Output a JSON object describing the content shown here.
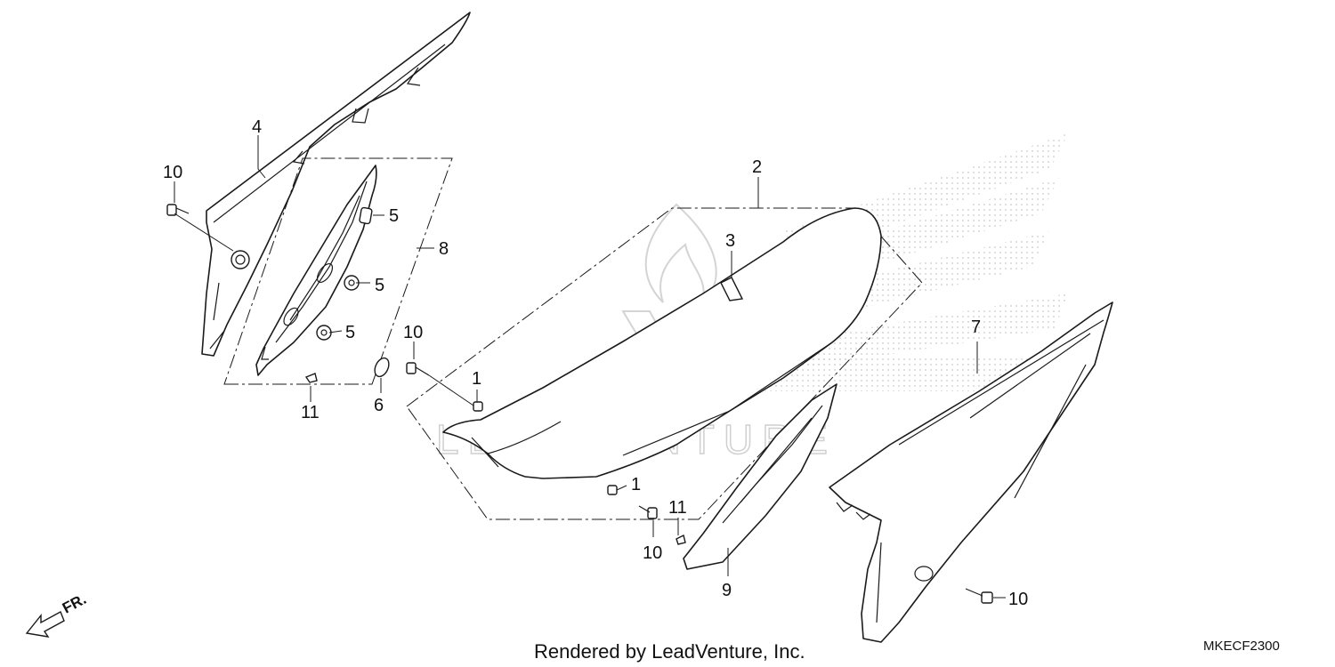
{
  "diagram": {
    "callouts": {
      "p1a": "1",
      "p1b": "1",
      "p2": "2",
      "p3": "3",
      "p4": "4",
      "p5a": "5",
      "p5b": "5",
      "p5c": "5",
      "p6": "6",
      "p7": "7",
      "p8": "8",
      "p9": "9",
      "p10a": "10",
      "p10b": "10",
      "p10c": "10",
      "p10d": "10",
      "p11a": "11",
      "p11b": "11"
    },
    "direction_marker": "FR.",
    "watermark": "LEADVENTURE",
    "footer_credit": "Rendered by LeadVenture, Inc.",
    "diagram_code": "MKECF2300"
  }
}
